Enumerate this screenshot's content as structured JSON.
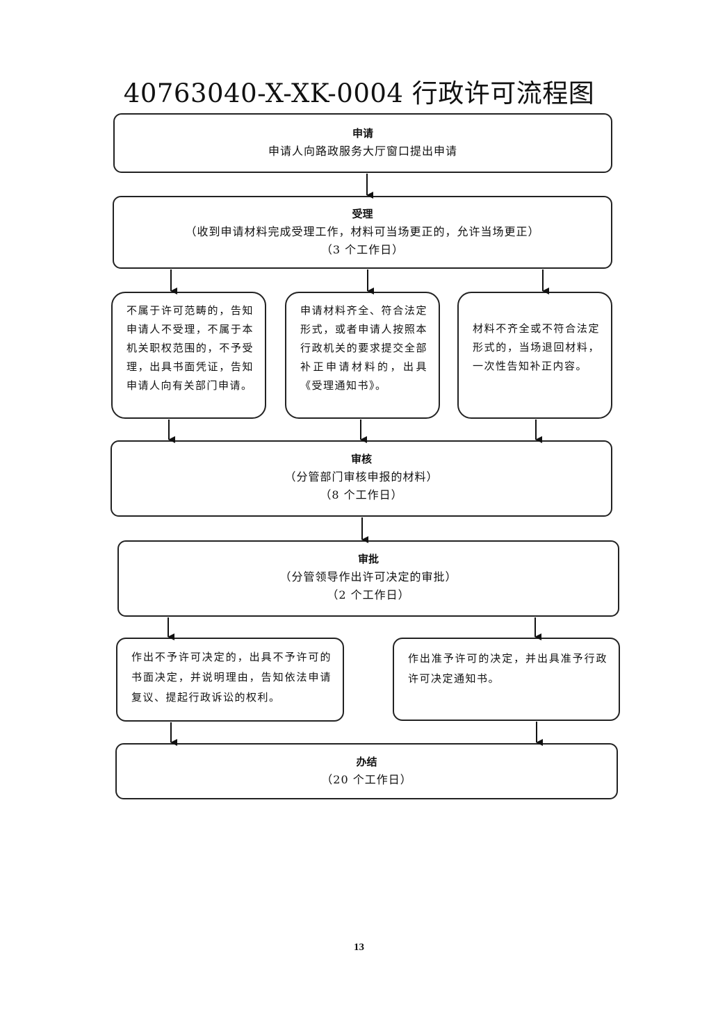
{
  "title": "40763040-X-XK-0004 行政许可流程图",
  "steps": {
    "apply": {
      "heading": "申请",
      "lines": [
        "申请人向路政服务大厅窗口提出申请"
      ]
    },
    "accept": {
      "heading": "受理",
      "lines": [
        "（收到申请材料完成受理工作，材料可当场更正的，允许当场更正）",
        "（3 个工作日）"
      ]
    },
    "outcome_reject": {
      "text": "不属于许可范畴的，告知申请人不受理，不属于本机关职权范围的，不予受理，出具书面凭证，告知申请人向有关部门申请。"
    },
    "outcome_accept": {
      "text": "申请材料齐全、符合法定形式，或者申请人按照本行政机关的要求提交全部补正申请材料的，出具《受理通知书》。"
    },
    "outcome_return": {
      "text": "材料不齐全或不符合法定形式的，当场退回材料，一次性告知补正内容。"
    },
    "review": {
      "heading": "审核",
      "lines": [
        "（分管部门审核申报的材料）",
        "（8 个工作日）"
      ]
    },
    "approve": {
      "heading": "审批",
      "lines": [
        "（分管领导作出许可决定的审批）",
        "（2 个工作日）"
      ]
    },
    "decision_deny": {
      "text": "作出不予许可决定的，出具不予许可的书面决定，并说明理由，告知依法申请复议、提起行政诉讼的权利。"
    },
    "decision_grant": {
      "text": "作出准予许可的决定，并出具准予行政许可决定通知书。"
    },
    "complete": {
      "heading": "办结",
      "lines": [
        "（20 个工作日）"
      ]
    }
  },
  "page_number": "13"
}
